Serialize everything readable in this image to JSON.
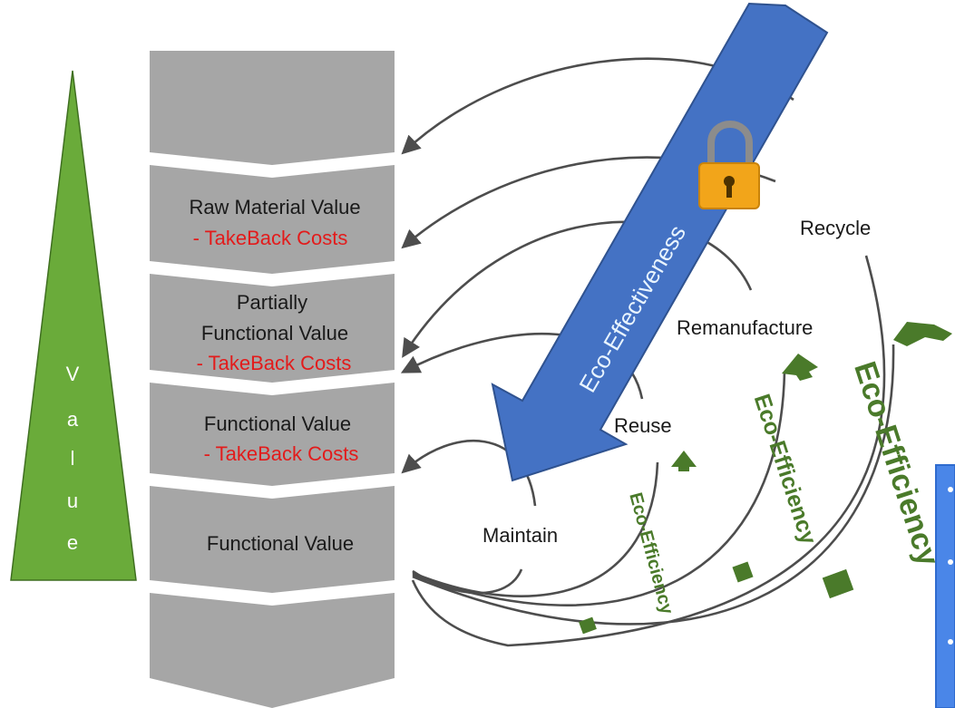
{
  "value_triangle": {
    "letters": [
      "V",
      "a",
      "l",
      "u",
      "e"
    ]
  },
  "stack": {
    "stage2": {
      "line1": "Raw Material Value",
      "line2": "- TakeBack Costs"
    },
    "stage3": {
      "line1": "Partially",
      "line2": "Functional Value",
      "line3": "- TakeBack Costs"
    },
    "stage4": {
      "line1": "Functional Value",
      "line2": "- TakeBack Costs"
    },
    "stage5": {
      "line1": "Functional Value"
    }
  },
  "loops": {
    "maintain": "Maintain",
    "reuse": "Reuse",
    "remanufacture": "Remanufacture",
    "recycle": "Recycle"
  },
  "eco_effectiveness": "Eco-Effectiveness",
  "eco_efficiency": "Eco-Efficiency",
  "colors": {
    "value_triangle": "#6aab3a",
    "stack_gray": "#a6a6a6",
    "eco_effectiveness_arrow": "#4472c4",
    "eco_efficiency_green": "#4a7a2a",
    "takeback_red": "#e31b1b",
    "lock_body": "#f2a51a"
  },
  "icons": [
    "padlock-icon"
  ]
}
